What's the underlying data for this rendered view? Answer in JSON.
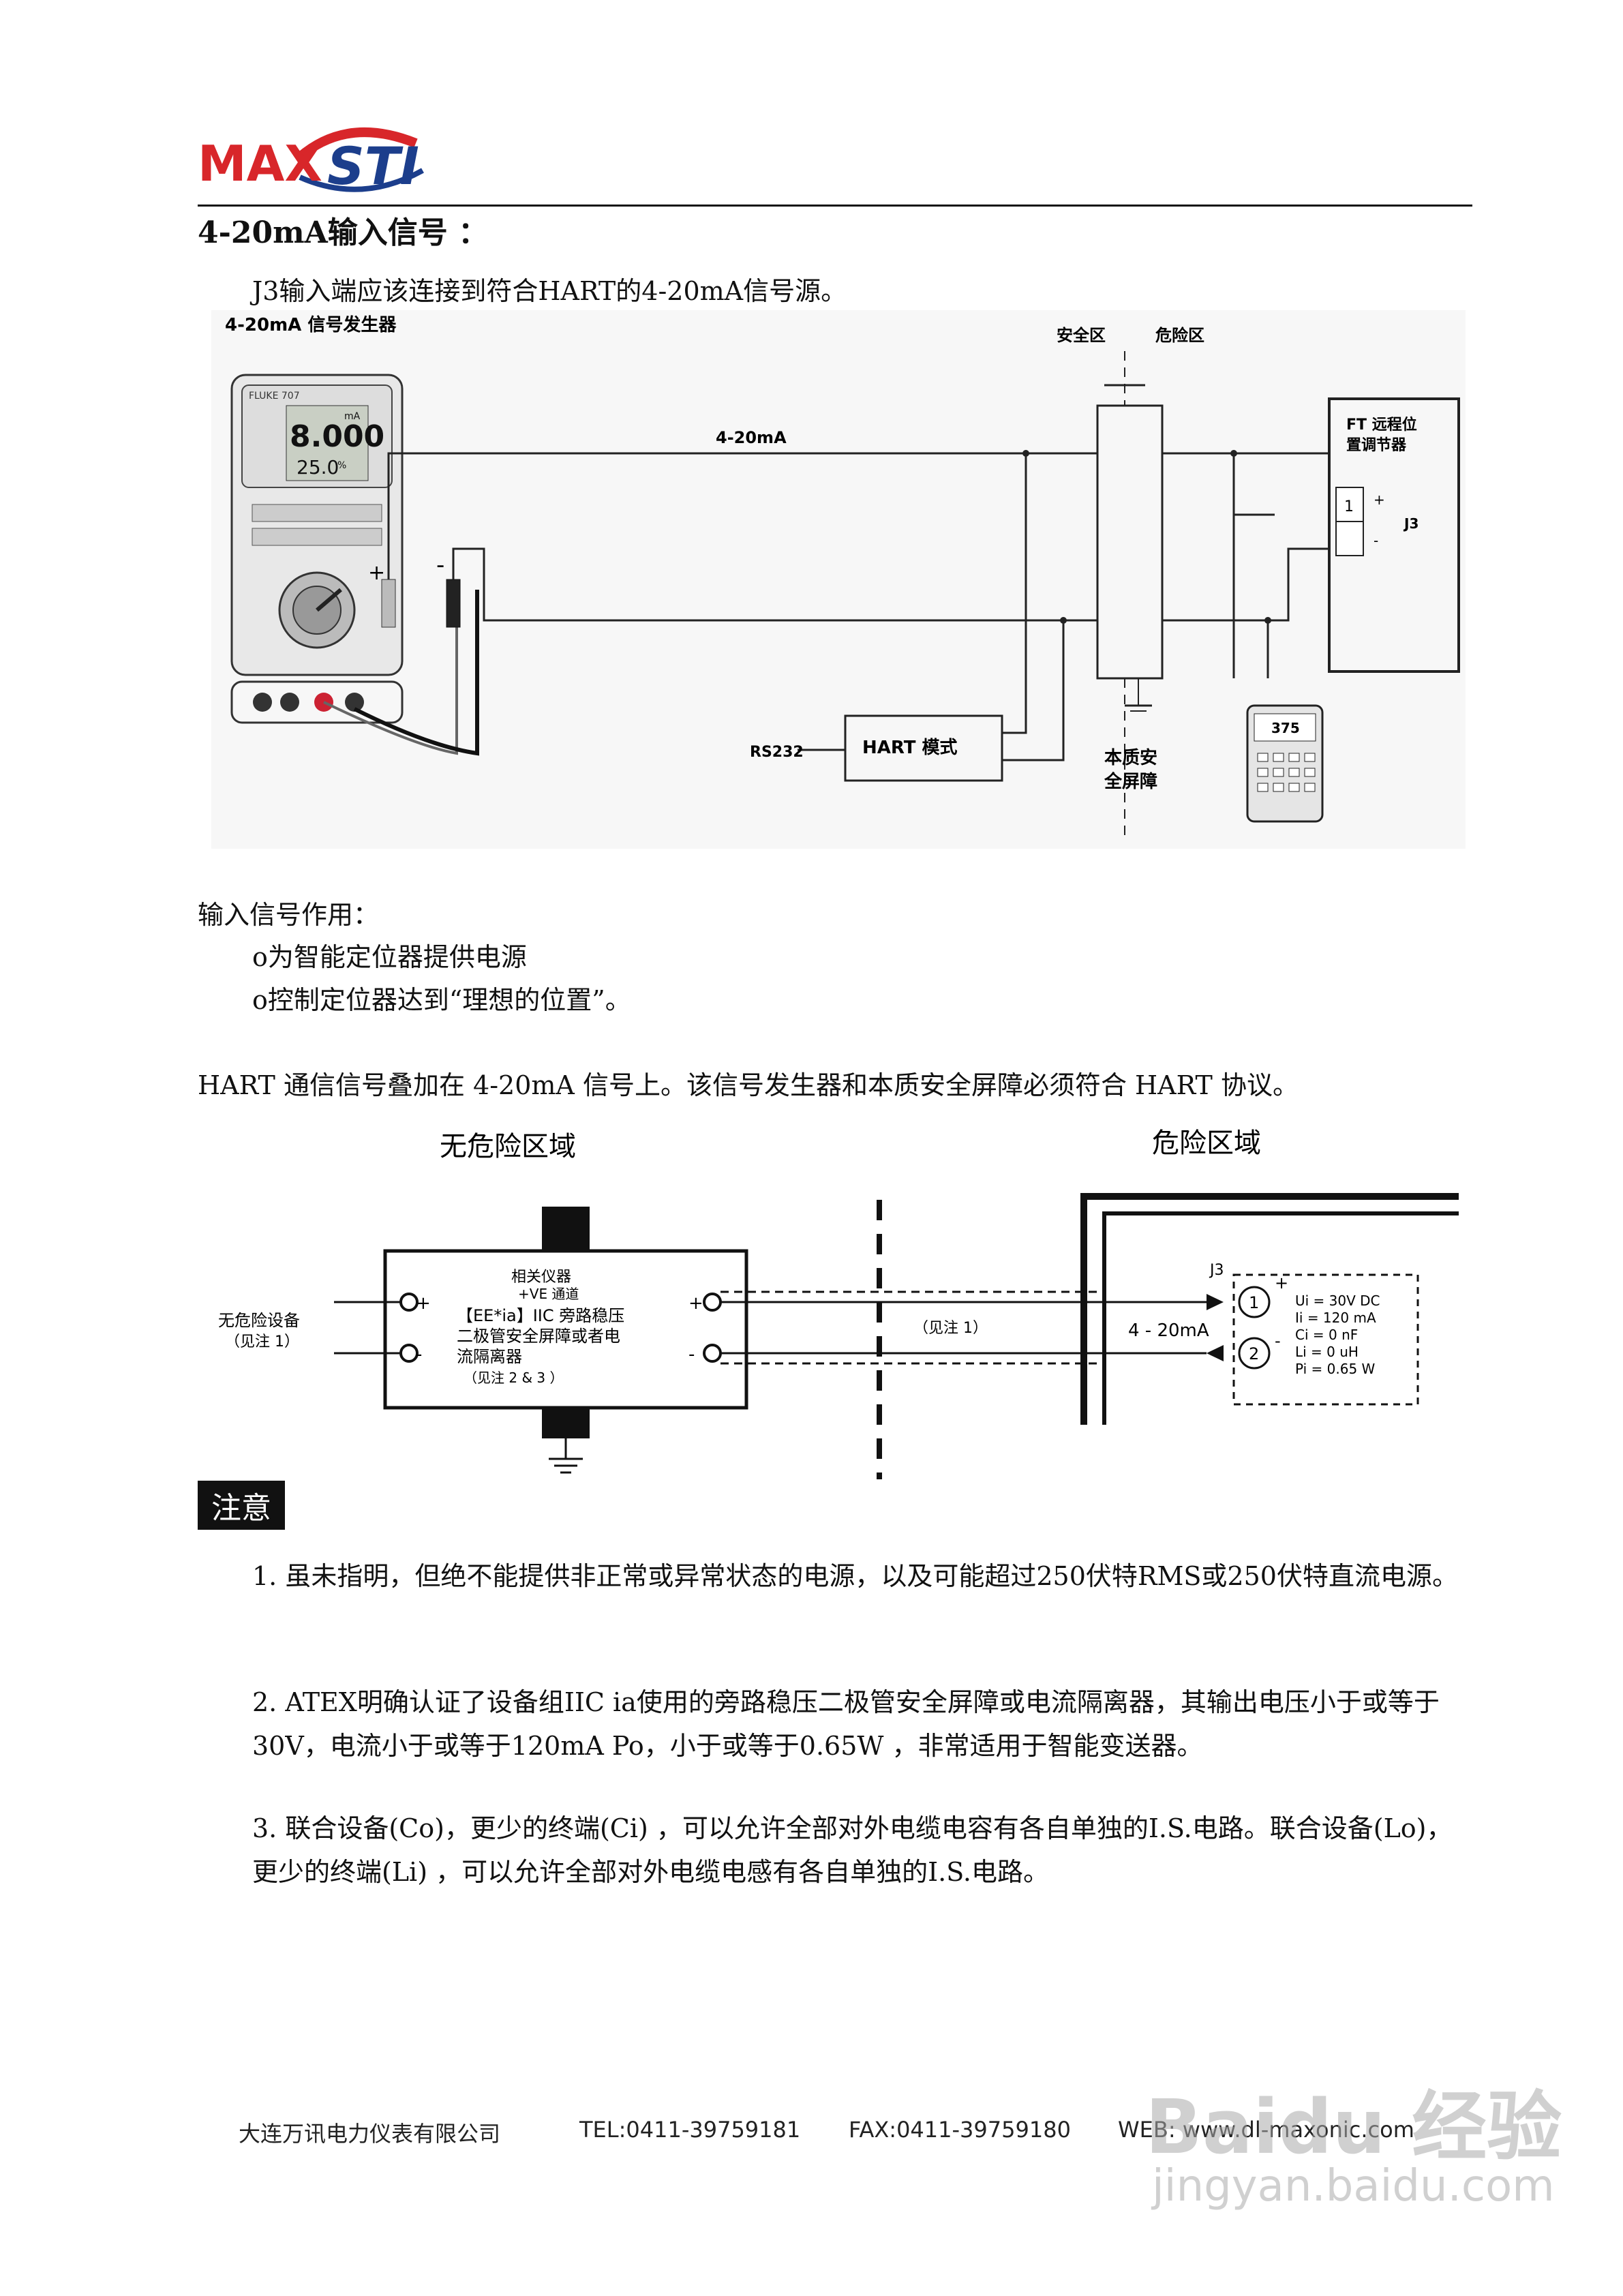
{
  "header": {
    "logo_text_left": "MAX",
    "logo_text_right": "STI",
    "logo_colors": {
      "red": "#d8262a",
      "blue": "#1c3e8c"
    }
  },
  "section1": {
    "title": "4-20mA输入信号 ：",
    "intro": "J3输入端应该连接到符合HART的4-20mA信号源。"
  },
  "diagram1": {
    "generator_label": "4-20mA 信号发生器",
    "meter_brand": "FLUKE 707",
    "meter_reading_main": "8.000",
    "meter_reading_unit": "mA",
    "meter_reading_sub": "25.0",
    "meter_reading_sub_unit": "%",
    "safe_zone": "安全区",
    "hazard_zone": "危险区",
    "wire_label": "4-20mA",
    "positioner_label_line1": "FT 远程位",
    "positioner_label_line2": "置调节器",
    "terminal_1": "1",
    "terminal_plus": "+",
    "terminal_minus": "-",
    "terminal_j3": "J3",
    "plus_sign": "+",
    "minus_sign": "-",
    "hart_mode": "HART 模式",
    "rs232": "RS232",
    "barrier_line1": "本质安",
    "barrier_line2": "全屏障",
    "communicator": "375"
  },
  "section2": {
    "effects_title": "输入信号作用：",
    "bullet1": "o为智能定位器提供电源",
    "bullet2": "o控制定位器达到“理想的位置”。",
    "hart_note": "HART 通信信号叠加在 4-20mA 信号上。该信号发生器和本质安全屏障必须符合 HART 协议。"
  },
  "diagram2": {
    "non_hazard_area": "无危险区域",
    "hazard_area": "危险区域",
    "non_hazard_device": "无危险设备",
    "see_note_1": "（见注 1）",
    "box_line1": "相关仪器",
    "box_line2": "+VE 通道",
    "box_line3": "【EE*ia】IIC  旁路稳压",
    "box_line4": "二极管安全屏障或者电",
    "box_line5": "流隔离器",
    "box_line6": "（见注 2 & 3 ）",
    "see_note_1_mid": "（见注 1）",
    "current_label": "4 - 20mA",
    "j3": "J3",
    "node1": "1",
    "node2": "2",
    "plus": "+",
    "minus": "-",
    "spec1": "Ui = 30V DC",
    "spec2": "Ii = 120 mA",
    "spec3": "Ci = 0 nF",
    "spec4": "Li = 0 uH",
    "spec5": "Pi = 0.65 W"
  },
  "notes": {
    "tag": "注意",
    "note1": "1.  虽未指明，但绝不能提供非正常或异常状态的电源，以及可能超过250伏特RMS或250伏特直流电源。",
    "note2": "2.   ATEX明确认证了设备组IIC ia使用的旁路稳压二极管安全屏障或电流隔离器，其输出电压小于或等于30V，电流小于或等于120mA Po，小于或等于0.65W  ，非常适用于智能变送器。",
    "note3": "3.  联合设备(Co)，更少的终端(Ci)  ，可以允许全部对外电缆电容有各自单独的I.S.电路。联合设备(Lo)，更少的终端(Li)  ，可以允许全部对外电缆电感有各自单独的I.S.电路。"
  },
  "footer": {
    "company": "大连万讯电力仪表有限公司",
    "tel": "TEL:0411-39759181",
    "fax": "FAX:0411-39759180",
    "web": "WEB: www.dl-maxonic.com"
  },
  "watermark": {
    "line1": "Baidu 经验",
    "line2": "jingyan.baidu.com"
  }
}
